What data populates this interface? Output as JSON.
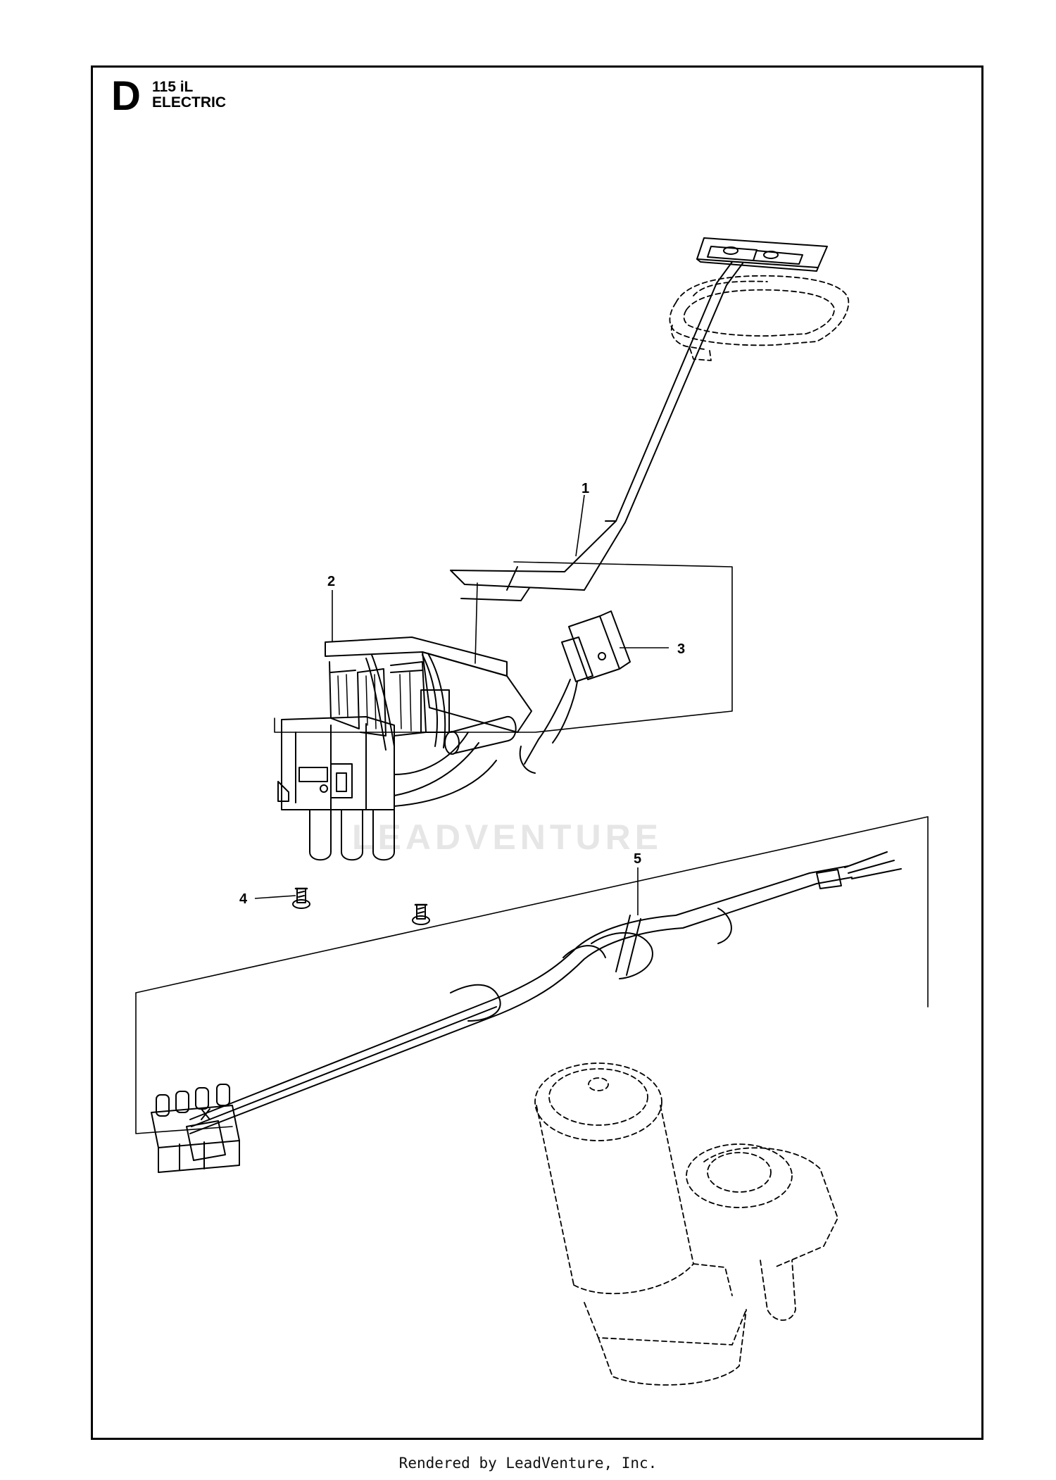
{
  "header": {
    "section_letter": "D",
    "model": "115 iL",
    "section_title": "ELECTRIC"
  },
  "callouts": [
    "1",
    "2",
    "3",
    "4",
    "5"
  ],
  "watermark": "LEADVENTURE",
  "footer": {
    "text": "Rendered by LeadVenture, Inc."
  }
}
